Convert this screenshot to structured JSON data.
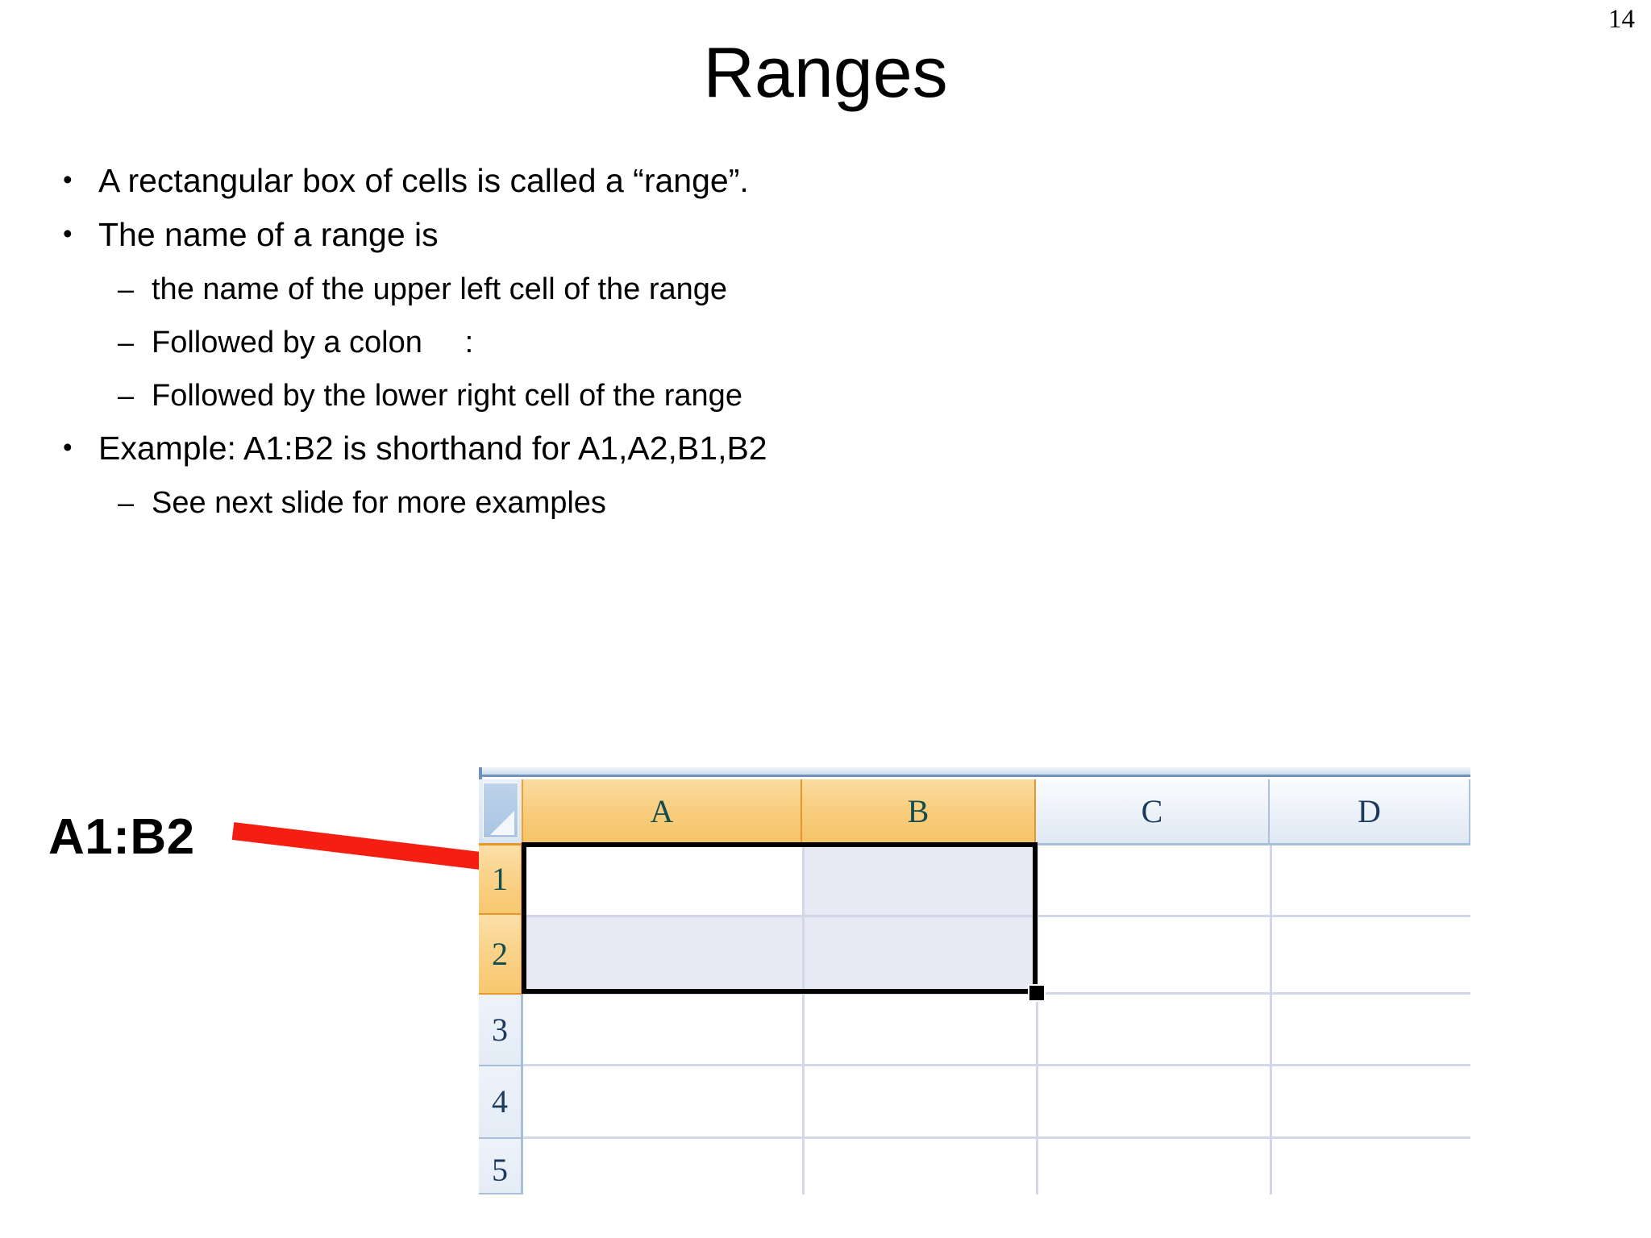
{
  "slide": {
    "page_number": "14",
    "title": "Ranges"
  },
  "body": {
    "bullets": [
      {
        "level": 1,
        "marker": "•",
        "text": "A rectangular box of cells is called a “range”."
      },
      {
        "level": 1,
        "marker": "•",
        "text": "The name of a range is"
      },
      {
        "level": 2,
        "marker": "–",
        "text": "the name of the upper left cell of the range"
      },
      {
        "level": 2,
        "marker": "–",
        "text": "Followed by a colon     :"
      },
      {
        "level": 2,
        "marker": "–",
        "text": "Followed by the lower right cell of the range"
      },
      {
        "level": 1,
        "marker": "•",
        "text": "Example: A1:B2 is shorthand for A1,A2,B1,B2"
      },
      {
        "level": 2,
        "marker": "–",
        "text": "See next slide for more examples"
      }
    ]
  },
  "annotation": {
    "label": "A1:B2",
    "arrow_color": "#f41f12",
    "points_to": "A1"
  },
  "spreadsheet": {
    "select_all_corner": "select-all-corner",
    "columns": [
      {
        "name": "A",
        "selected": true
      },
      {
        "name": "B",
        "selected": true
      },
      {
        "name": "C",
        "selected": false
      },
      {
        "name": "D",
        "selected": false
      }
    ],
    "rows": [
      {
        "name": "1",
        "selected": true
      },
      {
        "name": "2",
        "selected": true
      },
      {
        "name": "3",
        "selected": false
      },
      {
        "name": "4",
        "selected": false
      },
      {
        "name": "5",
        "selected": false
      }
    ],
    "selected_range": "A1:B2",
    "active_cell": "A1",
    "cells": [
      {
        "ref": "A1",
        "value": "",
        "state": "active"
      },
      {
        "ref": "B1",
        "value": "",
        "state": "shaded"
      },
      {
        "ref": "C1",
        "value": "",
        "state": "normal"
      },
      {
        "ref": "D1",
        "value": "",
        "state": "normal"
      },
      {
        "ref": "A2",
        "value": "",
        "state": "shaded"
      },
      {
        "ref": "B2",
        "value": "",
        "state": "shaded"
      },
      {
        "ref": "C2",
        "value": "",
        "state": "normal"
      },
      {
        "ref": "D2",
        "value": "",
        "state": "normal"
      },
      {
        "ref": "A3",
        "value": "",
        "state": "normal"
      },
      {
        "ref": "B3",
        "value": "",
        "state": "normal"
      },
      {
        "ref": "C3",
        "value": "",
        "state": "normal"
      },
      {
        "ref": "D3",
        "value": "",
        "state": "normal"
      },
      {
        "ref": "A4",
        "value": "",
        "state": "normal"
      },
      {
        "ref": "B4",
        "value": "",
        "state": "normal"
      },
      {
        "ref": "C4",
        "value": "",
        "state": "normal"
      },
      {
        "ref": "D4",
        "value": "",
        "state": "normal"
      },
      {
        "ref": "A5",
        "value": "",
        "state": "normal"
      },
      {
        "ref": "B5",
        "value": "",
        "state": "normal"
      },
      {
        "ref": "C5",
        "value": "",
        "state": "normal"
      },
      {
        "ref": "D5",
        "value": "",
        "state": "normal"
      }
    ],
    "colors": {
      "selected_header": "#f8cd7d",
      "unselected_header": "#e7eef7",
      "shaded_cell": "#e7eaf4",
      "gridline": "#d3d8e8",
      "selection_border": "#000000"
    }
  }
}
